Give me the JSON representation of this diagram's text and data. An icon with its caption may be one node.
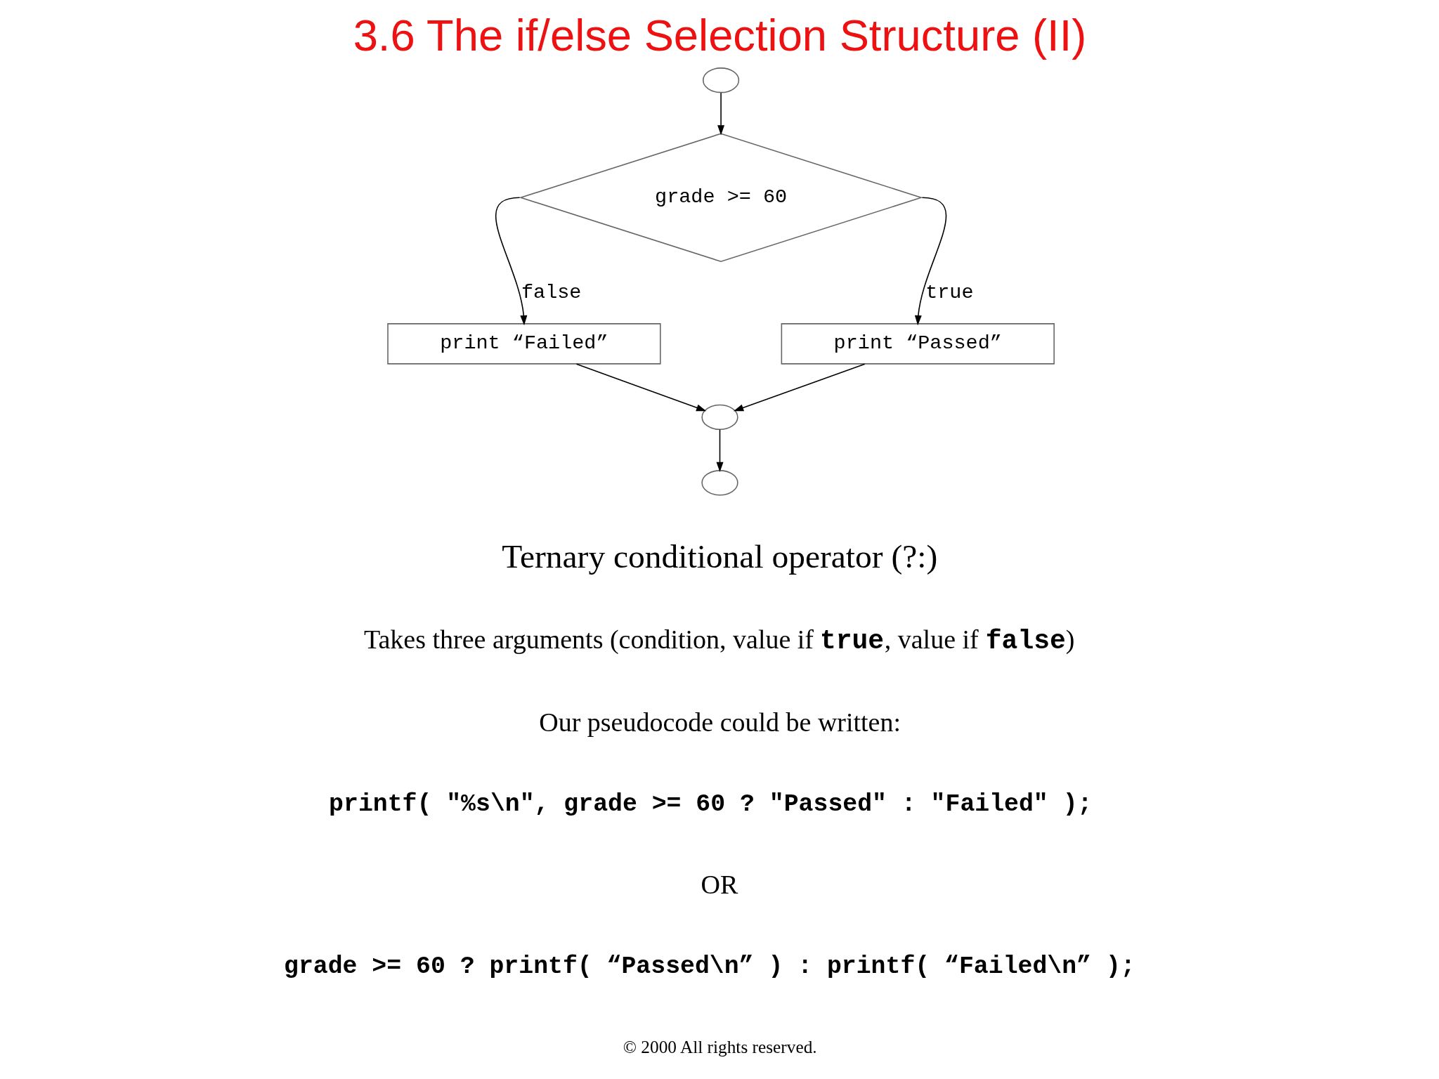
{
  "diagram": {
    "title": "3.6 The if/else Selection Structure (II)",
    "nodes": [
      {
        "text": [],
        "shape": "circle"
      },
      {
        "text": [
          "grade >= 60"
        ]
      },
      {
        "text": [
          "print “Failed”"
        ]
      },
      {
        "text": [
          "print “Passed”"
        ]
      },
      {
        "text": [],
        "shape": "circle"
      },
      {
        "text": [],
        "shape": "circle"
      }
    ],
    "edges": [
      {
        "from": 0,
        "to": 1,
        "arrow": "to"
      },
      {
        "from": 1,
        "to": 2,
        "arrow": "to",
        "label": "false"
      },
      {
        "from": 1,
        "to": 3,
        "arrow": "to",
        "label": "true"
      },
      {
        "from": 2,
        "to": 4,
        "arrow": "to"
      },
      {
        "from": 3,
        "to": 4,
        "arrow": "to"
      },
      {
        "from": 4,
        "to": 5,
        "arrow": "to"
      }
    ],
    "labels": [
      "Ternary conditional operator (?:)",
      "Takes three arguments (condition, value if **true**, value if **false**)",
      "Our pseudocode could be written:",
      "printf( \"%s\\n\", grade >= 60 ? \"Passed\" : \"Failed\" );",
      "OR",
      "grade >= 60 ? printf( “Passed\\n” ) : printf( “Failed\\n” );",
      "© 2000 All rights reserved."
    ]
  }
}
